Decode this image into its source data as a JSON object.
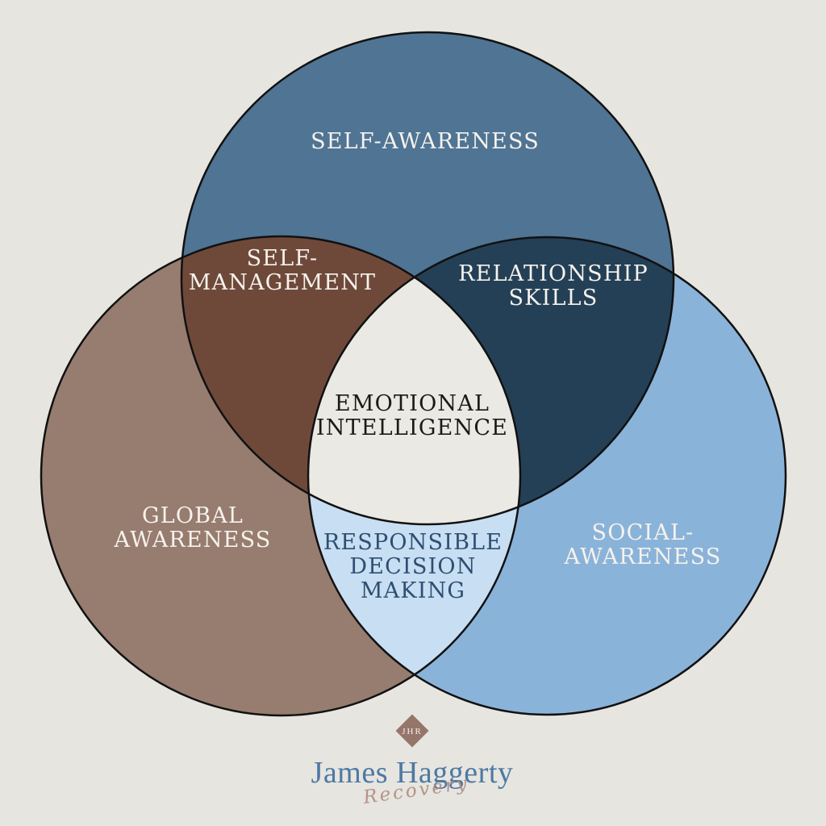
{
  "diagram": {
    "background_color": "#e6e5e0",
    "outline_color": "#111111",
    "circles": {
      "self_awareness": {
        "label": "SELF-AWARENESS",
        "color": "#4f7494",
        "text_color": "#f6f2ec"
      },
      "global_awareness": {
        "label": "GLOBAL\nAWARENESS",
        "color": "#977c70",
        "text_color": "#f6f2ec"
      },
      "social_awareness": {
        "label": "SOCIAL-\nAWARENESS",
        "color": "#8ab3d9",
        "text_color": "#f6f2ec"
      }
    },
    "overlaps": {
      "self_management": {
        "label": "SELF-\nMANAGEMENT",
        "color": "#6e493a",
        "text_color": "#f6f2ec"
      },
      "relationship_skills": {
        "label": "RELATIONSHIP\nSKILLS",
        "color": "#244056",
        "text_color": "#f6f2ec"
      },
      "responsible_decision_making": {
        "label": "RESPONSIBLE\nDECISION\nMAKING",
        "color": "#c8def2",
        "text_color": "#2d4f72"
      },
      "center": {
        "label": "EMOTIONAL\nINTELLIGENCE",
        "color": "#eae9e4",
        "text_color": "#1a1a1a"
      }
    }
  },
  "logo": {
    "monogram": "JHR",
    "monogram_bg": "#96756b",
    "monogram_text_color": "#f4efe9",
    "name": "James Haggerty",
    "name_color": "#4d79a2",
    "tagline": "Recovery",
    "tagline_color": "#b18c7f"
  }
}
